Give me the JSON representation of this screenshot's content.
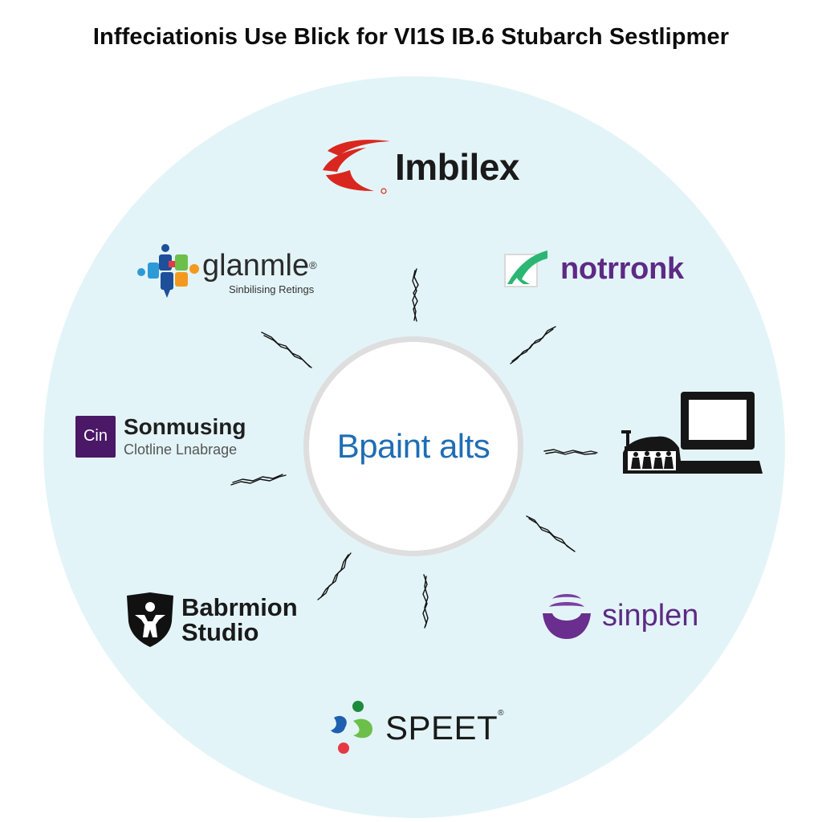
{
  "title": "Inffeciationis Use Blick for VI1S IB.6 Stubarch Sestlipmer",
  "hub": {
    "label": "Bpaint alts"
  },
  "logos": {
    "imbilex": {
      "name": "Imbilex"
    },
    "glanmle": {
      "name": "glanmle",
      "reg": "®",
      "tagline": "Sinbilising Retings"
    },
    "notrronk": {
      "name": "notrronk"
    },
    "sonmusing": {
      "badge": "Cin",
      "name": "Sonmusing",
      "tagline": "Clotline Lnabrage"
    },
    "babrmion": {
      "name_line1": "Babrmion",
      "name_line2": "Studio"
    },
    "sinplen": {
      "name": "sinplen"
    },
    "speet": {
      "name": "SPEET",
      "reg": "®"
    }
  },
  "colors": {
    "disk": "#e3f4f8",
    "hub_ring": "#dedede",
    "hub_text": "#1f6db4",
    "imbilex_red": "#d9271f",
    "brand_purple": "#5d2a84",
    "notrronk_green": "#2bb673",
    "sonmusing_badge": "#4a1866"
  },
  "icons": {
    "imbilex": "swoosh-logo-icon",
    "glanmle": "puzzle-logo-icon",
    "notrronk": "check-card-logo-icon",
    "sonmusing": "letter-badge-icon",
    "laptop": "laptop-with-people-icon",
    "babrmion": "shield-figure-icon",
    "sinplen": "smile-bowl-logo-icon",
    "speet": "dots-logo-icon"
  }
}
